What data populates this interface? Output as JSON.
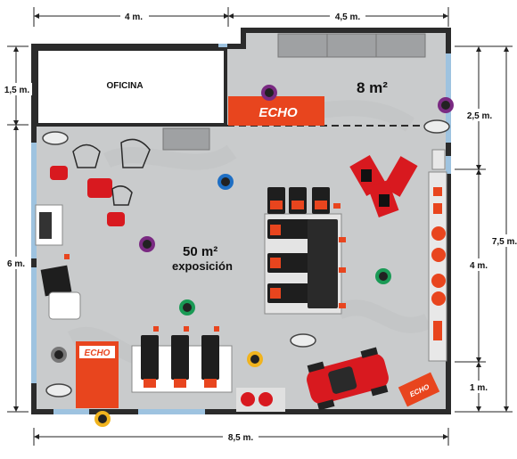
{
  "colors": {
    "wall": "#2b2b2b",
    "floor": "#c9cbcc",
    "window": "#9ec3e0",
    "office": "#ffffff",
    "brand": "#e8451e",
    "dimension": "#222222",
    "text": "#111111"
  },
  "dimensions": {
    "top_left": "4 m.",
    "top_right": "4,5 m.",
    "left_upper": "1,5 m.",
    "left_lower": "6 m.",
    "right_upper": "2,5 m.",
    "right_middle": "4 m.",
    "right_lower": "1 m.",
    "right_total": "7,5 m.",
    "bottom": "8,5 m."
  },
  "rooms": {
    "office_label": "OFICINA",
    "storage_area": "8 m²",
    "exhibition_area": "50 m²",
    "exhibition_label": "exposición"
  },
  "brand_logo": "ECHO",
  "icons": [
    "person-icon",
    "lawn-mower-icon",
    "riding-mower-icon",
    "chainsaw-icon",
    "garden-chair-icon",
    "plant-pot-icon"
  ]
}
